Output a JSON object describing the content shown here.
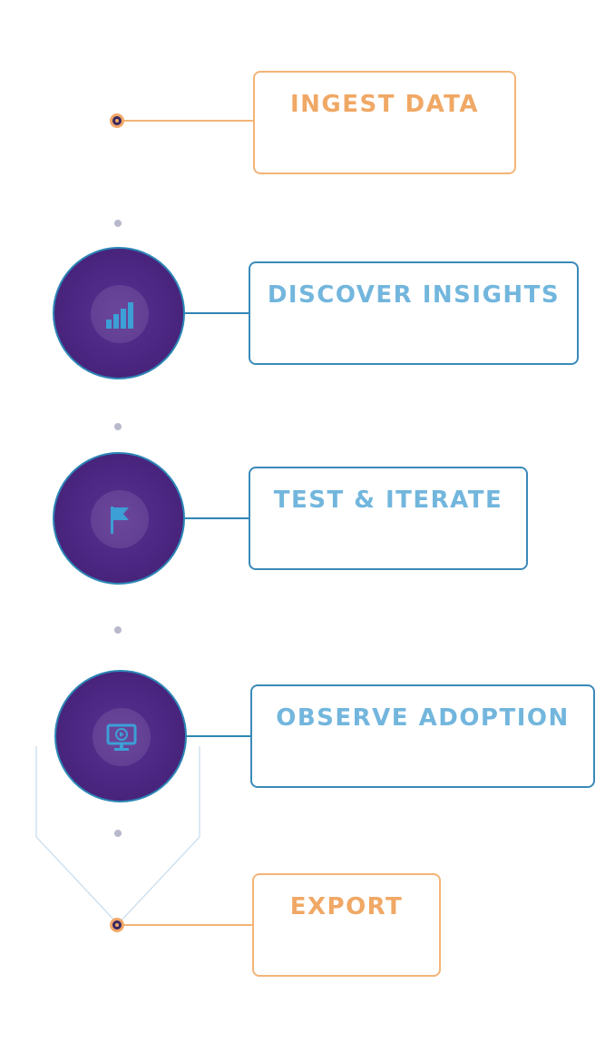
{
  "steps": [
    {
      "label": "INGEST DATA",
      "color": "#f0a865"
    },
    {
      "label": "DISCOVER INSIGHTS",
      "color": "#72b6dd",
      "icon": "bar-chart-icon"
    },
    {
      "label": "TEST & ITERATE",
      "color": "#72b6dd",
      "icon": "flag-icon"
    },
    {
      "label": "OBSERVE ADOPTION",
      "color": "#72b6dd",
      "icon": "monitor-play-icon"
    },
    {
      "label": "EXPORT",
      "color": "#f0a865"
    }
  ],
  "colors": {
    "orange": "#f3b477",
    "blue": "#2f86b4",
    "node_fill": "#4b2682"
  }
}
